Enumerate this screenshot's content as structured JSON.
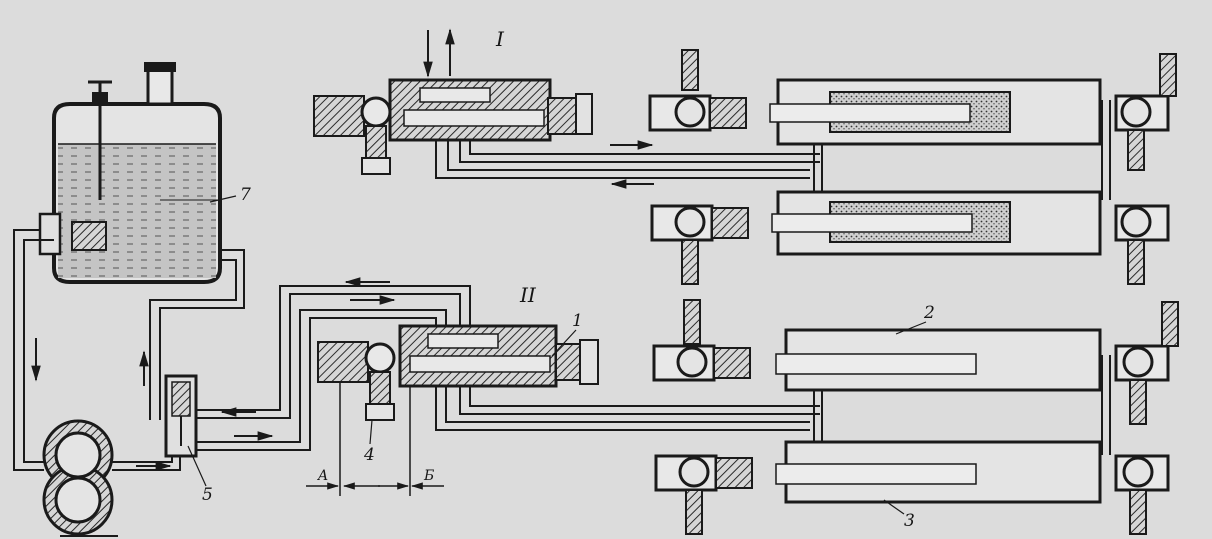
{
  "labels": {
    "section_upper": "I",
    "section_lower": "II",
    "part_1": "1",
    "part_2": "2",
    "part_3": "3",
    "part_4": "4",
    "part_5": "5",
    "part_7": "7",
    "section_a": "A",
    "section_b": "Б"
  },
  "colors": {
    "paper": "#dcdcdc",
    "ink": "#1a1a1a",
    "hatch": "#2a2a2a",
    "fluid": "#9a9a9a"
  }
}
